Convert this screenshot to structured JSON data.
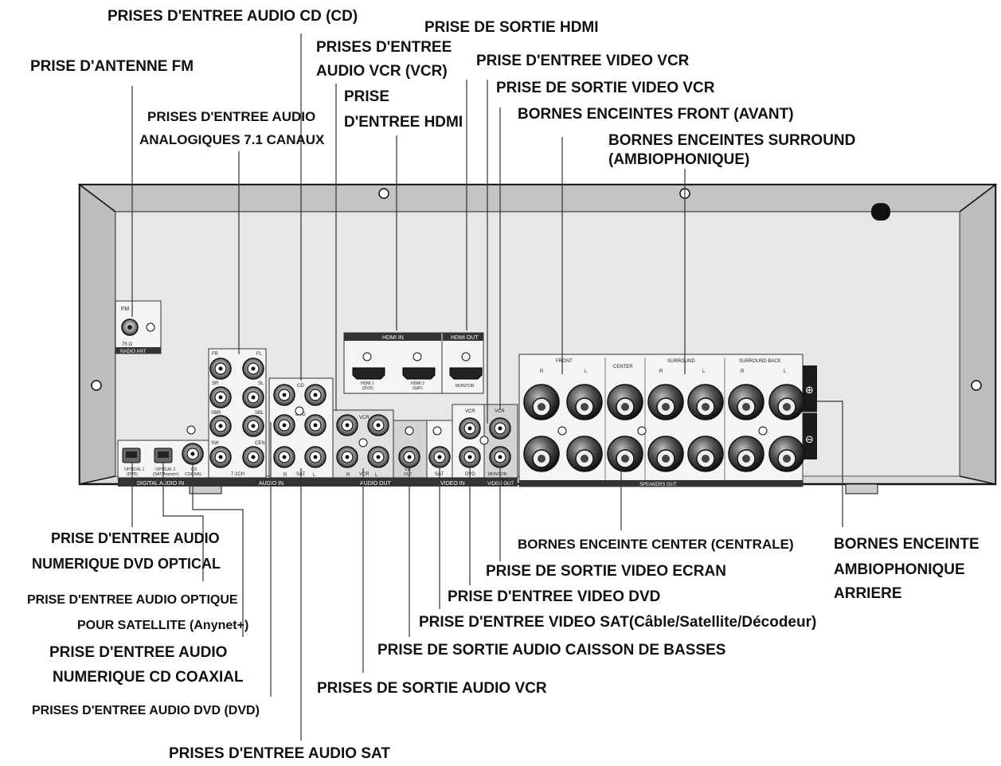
{
  "callouts_top": {
    "cd_audio_in": "PRISES D'ENTREE AUDIO CD (CD)",
    "hdmi_out": "PRISE DE SORTIE HDMI",
    "vcr_audio_in_1": "PRISES D'ENTREE",
    "vcr_audio_in_2": "AUDIO VCR (VCR)",
    "fm_antenna": "PRISE D'ANTENNE FM",
    "vcr_video_in": "PRISE D'ENTREE VIDEO VCR",
    "vcr_video_out": "PRISE DE SORTIE VIDEO VCR",
    "hdmi_in_1": "PRISE",
    "hdmi_in_2": "D'ENTREE HDMI",
    "analog_71_1": "PRISES D'ENTREE AUDIO",
    "analog_71_2": "ANALOGIQUES 7.1 CANAUX",
    "front_speakers": "BORNES ENCEINTES FRONT (AVANT)",
    "surround_speakers_1": "BORNES ENCEINTES SURROUND",
    "surround_speakers_2": "(AMBIOPHONIQUE)"
  },
  "callouts_bottom": {
    "dvd_optical_1": "PRISE D'ENTREE AUDIO",
    "dvd_optical_2": "NUMERIQUE DVD OPTICAL",
    "sat_optical_1": "PRISE D'ENTREE AUDIO OPTIQUE",
    "sat_optical_2": "POUR SATELLITE (Anynet+)",
    "cd_coaxial_1": "PRISE D'ENTREE AUDIO",
    "cd_coaxial_2": "NUMERIQUE CD COAXIAL",
    "dvd_audio_in": "PRISES D'ENTREE AUDIO DVD (DVD)",
    "sat_audio_in": "PRISES D'ENTREE AUDIO SAT",
    "vcr_audio_out": "PRISES DE SORTIE AUDIO VCR",
    "subwoofer_out": "PRISE DE SORTIE AUDIO CAISSON DE BASSES",
    "sat_video_in": "PRISE D'ENTREE VIDEO SAT(Câble/Satellite/Décodeur)",
    "dvd_video_in": "PRISE D'ENTREE VIDEO DVD",
    "monitor_video_out": "PRISE DE SORTIE VIDEO ECRAN",
    "center_speaker": "BORNES ENCEINTE CENTER (CENTRALE)",
    "surround_back_1": "BORNES ENCEINTE",
    "surround_back_2": "AMBIOPHONIQUE",
    "surround_back_3": "ARRIERE"
  },
  "panel": {
    "fm": "FM",
    "ohm": "75 Ω",
    "radio_ant": "RADIO ANT",
    "hdmi_in": "HDMI IN",
    "hdmi_out": "HDMI OUT",
    "hdmi1": "HDMI 1",
    "hdmi1_sub": "(DVD)",
    "hdmi2": "HDMI 2",
    "hdmi2_sub": "(SAT)",
    "monitor": "MONITOR",
    "front": "FRONT",
    "center": "CENTER",
    "surround": "SURROUND",
    "surround_back": "SURROUND BACK",
    "r": "R",
    "l": "L",
    "plus": "⊕",
    "minus": "⊖",
    "speakers_out": "SPEAKERS OUT",
    "fr": "FR",
    "fl": "FL",
    "sr": "SR",
    "sl": "SL",
    "sbr": "SBR",
    "sbl": "SBL",
    "sw": "SW",
    "cen": "CEN",
    "ch71": "7.1CH",
    "cd": "CD",
    "dvd": "DVD",
    "vcr": "VCR",
    "sat": "SAT",
    "sw_out": "SW",
    "sw_out2": "OUT",
    "video_sat": "SAT",
    "video_dvd": "DVD",
    "video_vcr_in": "VCR",
    "video_vcr_out": "VCR",
    "video_monitor": "MONITOR",
    "optical1": "OPTICAL 1",
    "optical1_sub": "(DVD)",
    "optical2": "OPTICAL 2",
    "optical2_sub": "(SAT/Anynet+)",
    "cd_coax": "CD",
    "coaxial": "COAXIAL",
    "digital_audio_in": "DIGITAL AUDIO IN",
    "audio_in": "AUDIO IN",
    "audio_out": "AUDIO OUT",
    "video_in": "VIDEO IN",
    "video_out": "VIDEO OUT",
    "rl_r": "R",
    "rl_l": "L"
  }
}
